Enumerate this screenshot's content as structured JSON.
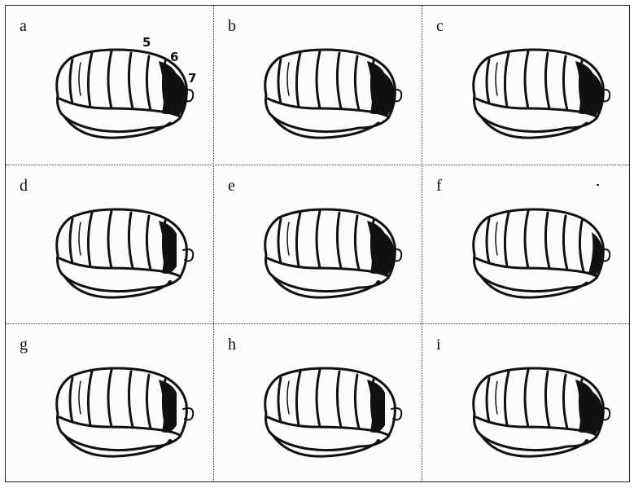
{
  "panels": [
    {
      "label": "a",
      "dark": [
        6,
        7
      ],
      "tip": false
    },
    {
      "label": "b",
      "dark": [
        6,
        7
      ],
      "tip": false
    },
    {
      "label": "c",
      "dark": [
        6,
        7
      ],
      "tip": false
    },
    {
      "label": "d",
      "dark": [
        6
      ],
      "tip": true
    },
    {
      "label": "e",
      "dark": [
        6,
        7
      ],
      "tip": true
    },
    {
      "label": "f",
      "dark": [
        7
      ],
      "tip": false
    },
    {
      "label": "g",
      "dark": [
        6
      ],
      "tip": true
    },
    {
      "label": "h",
      "dark": [
        6
      ],
      "tip": true
    },
    {
      "label": "i",
      "dark": [
        6,
        7
      ],
      "tip": true
    }
  ],
  "segment_labels": {
    "s5": "5",
    "s6": "6",
    "s7": "7"
  },
  "colors": {
    "ink": "#111111",
    "dark_fill": "#111111",
    "paper": "#fcfcfc"
  }
}
